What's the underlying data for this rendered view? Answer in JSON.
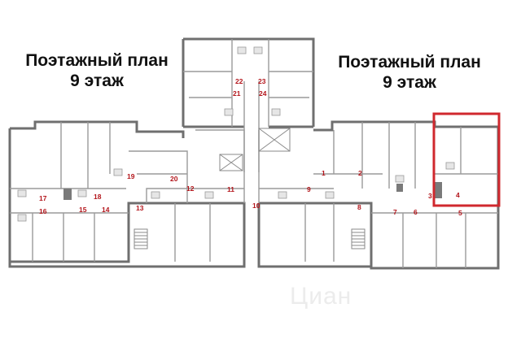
{
  "titles": {
    "left_line1": "Поэтажный план",
    "left_line2": "9 этаж",
    "right_line1": "Поэтажный план",
    "right_line2": "9 этаж"
  },
  "apartment_numbers": [
    "1",
    "2",
    "3",
    "4",
    "5",
    "6",
    "7",
    "8",
    "9",
    "10",
    "11",
    "12",
    "13",
    "14",
    "15",
    "16",
    "17",
    "18",
    "19",
    "20",
    "21",
    "22",
    "23",
    "24"
  ],
  "highlight_color": "#d0282e",
  "number_color": "#b3151b",
  "wall_color": "#6f6f6f",
  "watermark": "Циан"
}
